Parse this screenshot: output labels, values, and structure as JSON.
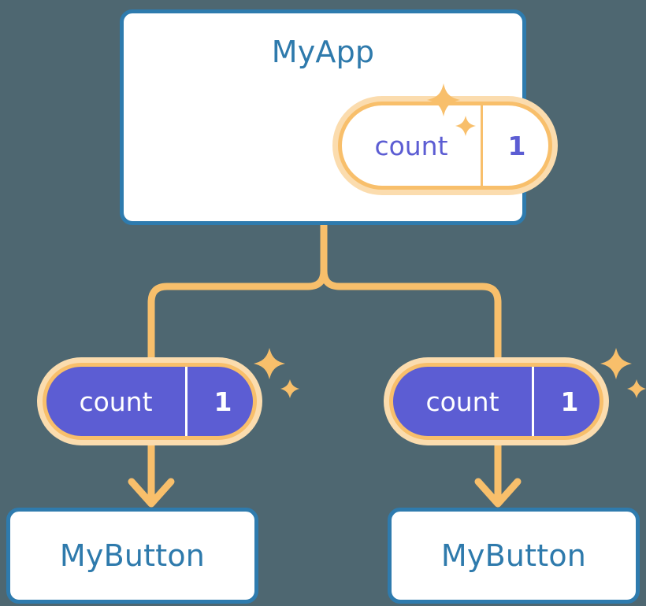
{
  "diagram": {
    "title": "MyApp",
    "background_color": "#4e6771",
    "palette": {
      "card_border_blue": "#2e7bae",
      "title_blue": "#2e7aac",
      "accent_orange": "#f8bf6b",
      "halo_orange": "#fbdcae",
      "state_purple": "#5c5dd3",
      "card_background": "#ffffff",
      "text_white": "#ffffff"
    },
    "root": {
      "label": "MyApp",
      "state": {
        "name": "count",
        "value": "1"
      },
      "sparkle_label": "sparkles"
    },
    "children": [
      {
        "label": "MyButton",
        "state": {
          "name": "count",
          "value": "1"
        }
      },
      {
        "label": "MyButton",
        "state": {
          "name": "count",
          "value": "1"
        }
      }
    ]
  }
}
